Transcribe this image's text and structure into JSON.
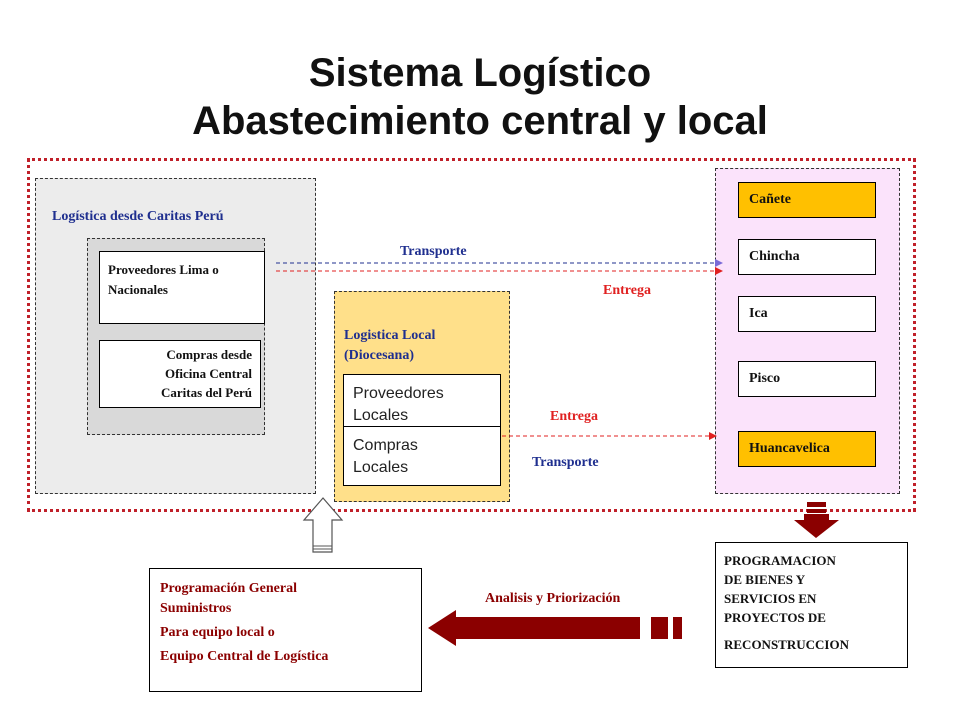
{
  "title": {
    "line1": "Sistema Logístico",
    "line2": "Abastecimiento central y local"
  },
  "caritas": {
    "label": "Logística desde Caritas Perú",
    "proveedores": "Proveedores Lima o Nacionales",
    "compras_line1": "Compras desde",
    "compras_line2": "Oficina Central",
    "compras_line3": "Caritas del  Perú"
  },
  "local": {
    "label_line1": "Logistica Local",
    "label_line2": "(Diocesana)",
    "proveedores_line1": "Proveedores",
    "proveedores_line2": "Locales",
    "compras_line1": "Compras",
    "compras_line2": "Locales"
  },
  "flows": {
    "transporte_top": "Transporte",
    "entrega_top": "Entrega",
    "entrega_bottom": "Entrega",
    "transporte_bottom": "Transporte",
    "analisis": "Analisis y Priorización"
  },
  "destinations": [
    "Cañete",
    "Chincha",
    "Ica",
    "Pisco",
    "Huancavelica"
  ],
  "programacion_general": {
    "line1": "Programación General",
    "line2": "Suministros",
    "line3": "Para equipo local o",
    "line4": "Equipo Central de Logística"
  },
  "programacion_bienes": {
    "line1": "PROGRAMACION",
    "line2": "DE BIENES Y",
    "line3": "SERVICIOS   EN",
    "line4": "PROYECTOS  DE",
    "line5": "RECONSTRUCCION"
  },
  "colors": {
    "outer_border": "#c0202a",
    "caritas_bg": "#ececec",
    "inner_bg": "#d9d9d9",
    "local_bg": "#ffe08a",
    "dest_bg": "#fbe3fb",
    "highlight": "#ffc000",
    "blue_text": "#1f2f8f",
    "red_text": "#e02020",
    "dark_red": "#8b0000"
  }
}
